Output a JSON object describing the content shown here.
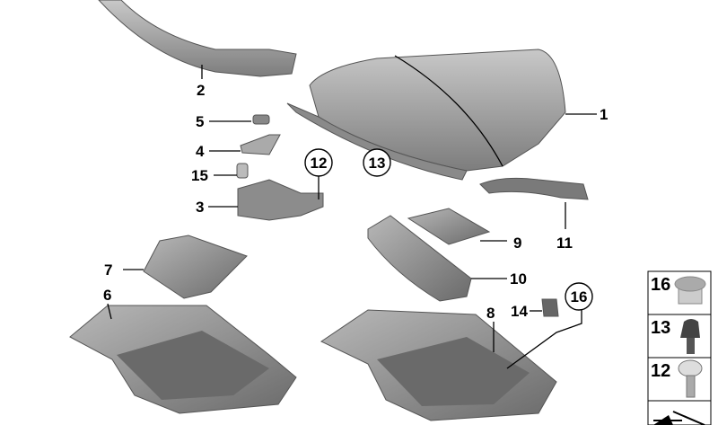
{
  "diagram": {
    "callouts": [
      {
        "id": "2",
        "circled": false
      },
      {
        "id": "1",
        "circled": false
      },
      {
        "id": "5",
        "circled": false
      },
      {
        "id": "4",
        "circled": false
      },
      {
        "id": "15",
        "circled": false
      },
      {
        "id": "3",
        "circled": false
      },
      {
        "id": "12",
        "circled": true
      },
      {
        "id": "13",
        "circled": true
      },
      {
        "id": "11",
        "circled": false
      },
      {
        "id": "9",
        "circled": false
      },
      {
        "id": "7",
        "circled": false
      },
      {
        "id": "10",
        "circled": false
      },
      {
        "id": "6",
        "circled": false
      },
      {
        "id": "8",
        "circled": false
      },
      {
        "id": "14",
        "circled": false
      },
      {
        "id": "16",
        "circled": true
      }
    ],
    "legend": [
      {
        "id": "16",
        "icon": "cap-plug-icon"
      },
      {
        "id": "13",
        "icon": "expanding-rivet-icon"
      },
      {
        "id": "12",
        "icon": "screw-icon"
      }
    ],
    "colors": {
      "part": "#9a9a9a",
      "part_dark": "#6f6f6f",
      "part_light": "#c4c4c4"
    }
  }
}
